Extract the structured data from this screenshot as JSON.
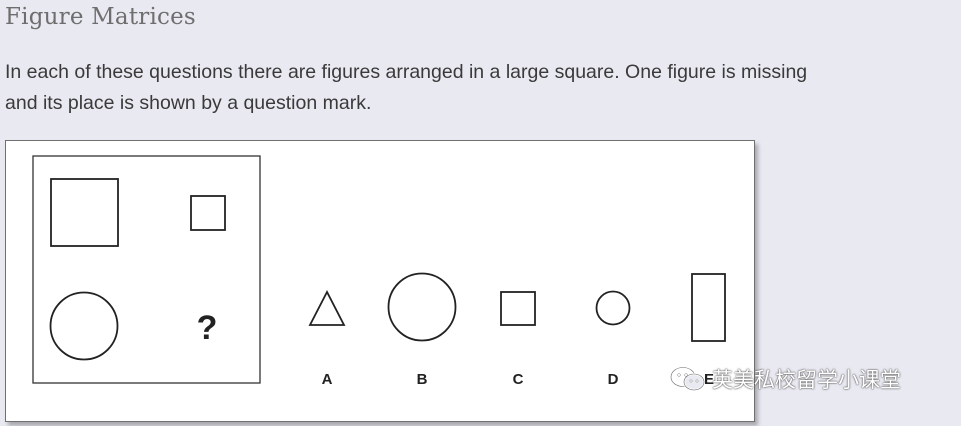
{
  "heading": "Figure Matrices",
  "intro": {
    "line1": "In each of these questions there are figures arranged in a large square. One figure is missing",
    "line2": "and its place is shown by a question mark."
  },
  "matrix": {
    "cells": [
      "large-square",
      "small-square",
      "large-circle",
      "missing"
    ],
    "missing_mark": "?"
  },
  "options": [
    {
      "label": "A",
      "shape": "small-triangle"
    },
    {
      "label": "B",
      "shape": "large-circle"
    },
    {
      "label": "C",
      "shape": "small-square"
    },
    {
      "label": "D",
      "shape": "small-circle"
    },
    {
      "label": "E",
      "shape": "tall-rectangle"
    }
  ],
  "watermark": {
    "text": "英美私校留学小课堂",
    "icon": "wechat-icon"
  }
}
